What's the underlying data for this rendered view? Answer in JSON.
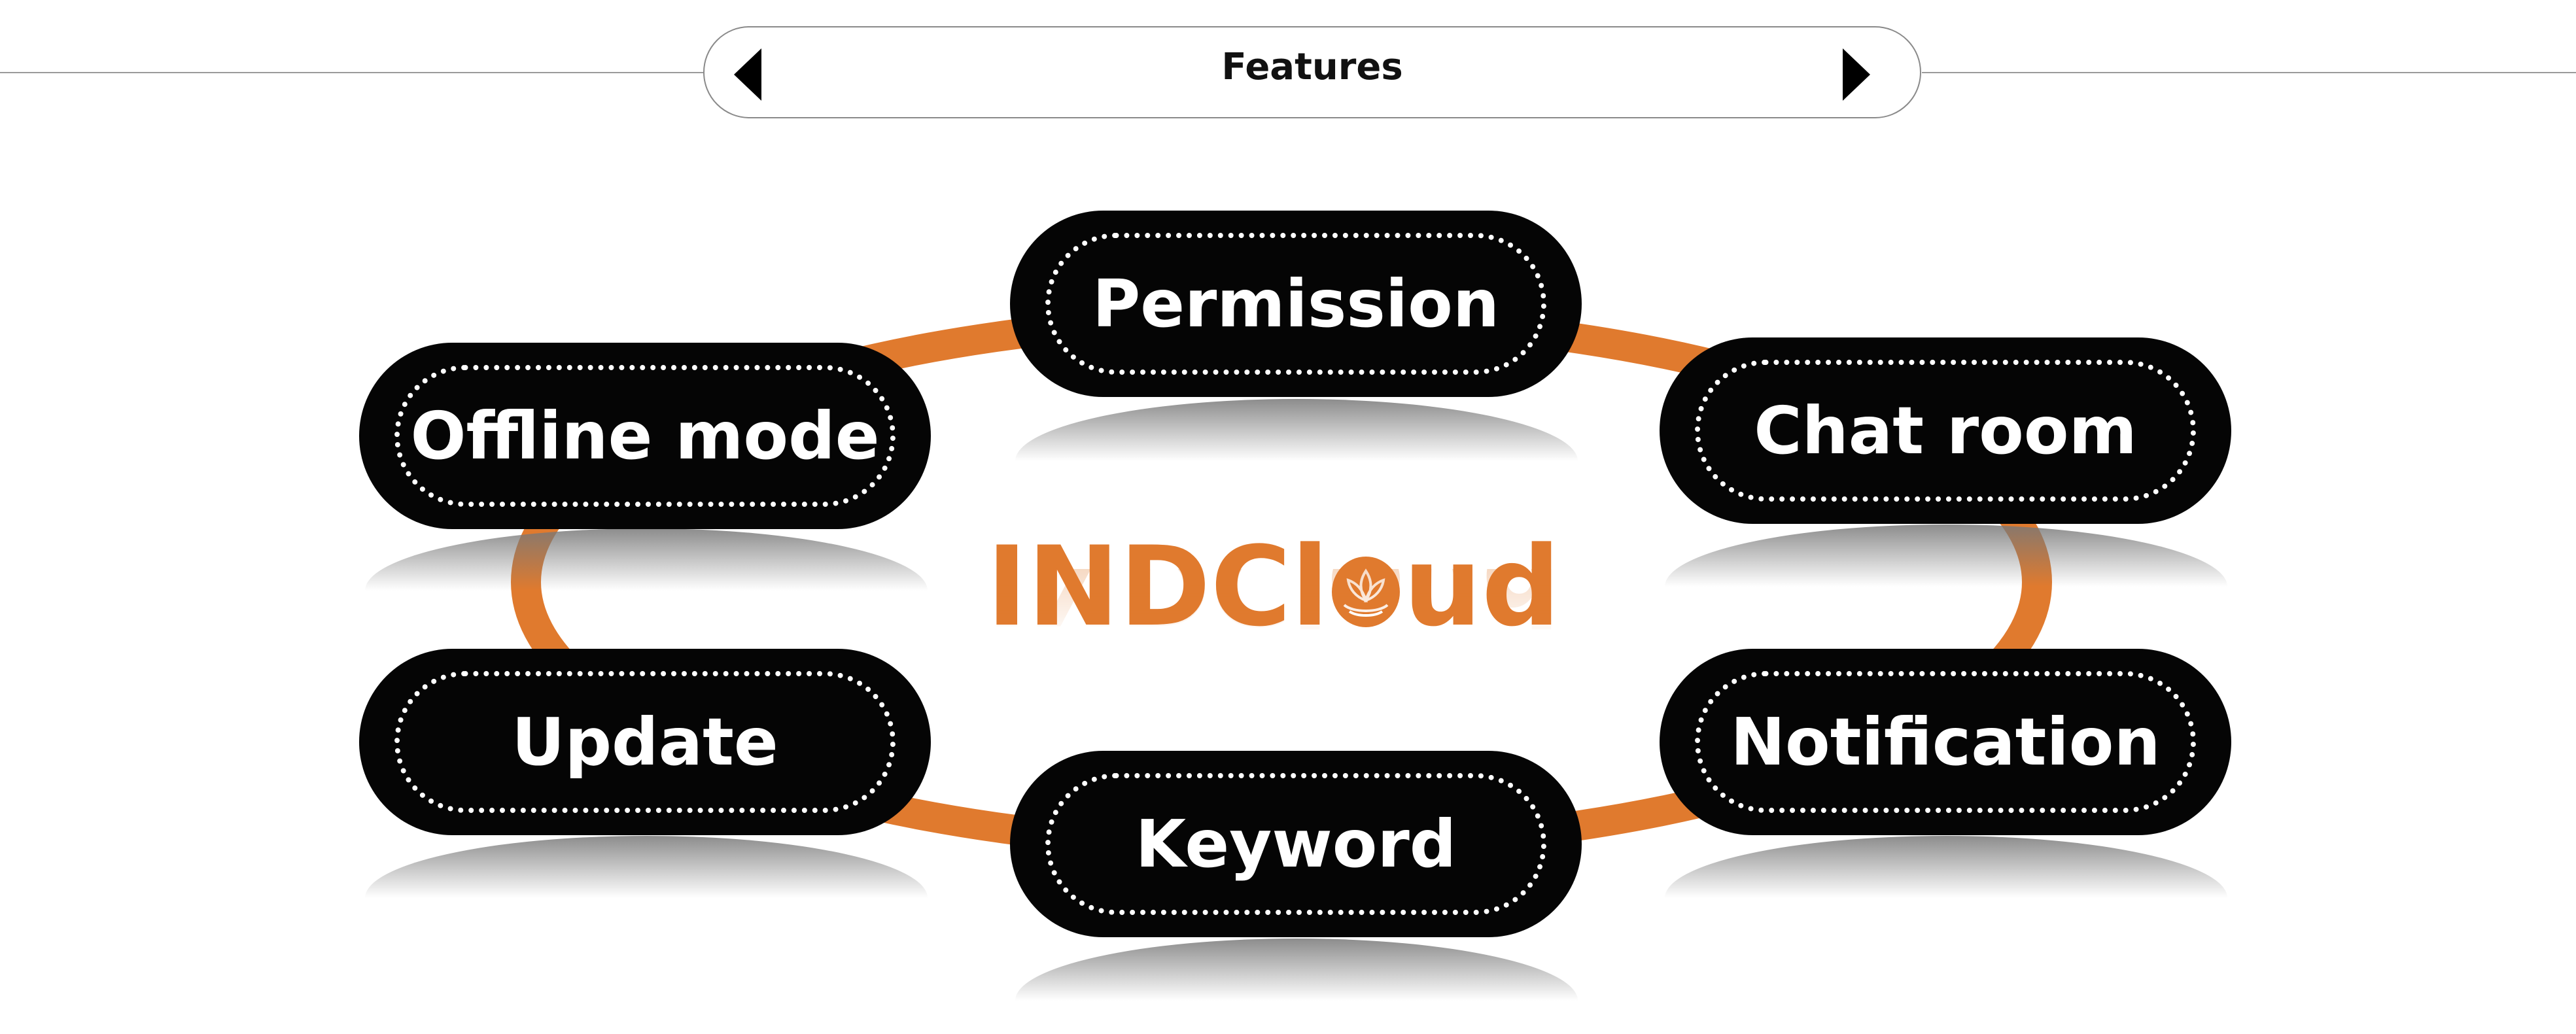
{
  "header": {
    "title": "Features",
    "prev_icon": "triangle-left-icon",
    "next_icon": "triangle-right-icon"
  },
  "brand": {
    "text_before": "INDCl",
    "text_after": "ud",
    "logo_icon": "lotus-badge-icon"
  },
  "features": [
    {
      "label": "Permission"
    },
    {
      "label": "Offline mode"
    },
    {
      "label": "Chat room"
    },
    {
      "label": "Update"
    },
    {
      "label": "Notification"
    },
    {
      "label": "Keyword"
    }
  ],
  "colors": {
    "accent": "#e07a2e",
    "pill_fill": "#050505",
    "pill_text": "#ffffff"
  }
}
